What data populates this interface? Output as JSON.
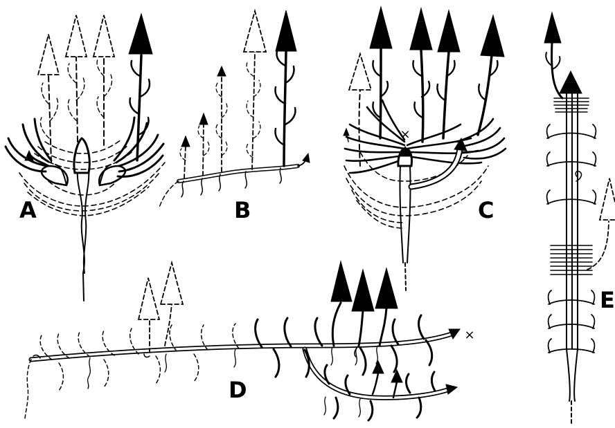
{
  "panels": [
    {
      "id": "a",
      "label": "A"
    },
    {
      "id": "b",
      "label": "B"
    },
    {
      "id": "c",
      "label": "C"
    },
    {
      "id": "d",
      "label": "D"
    },
    {
      "id": "e",
      "label": "E"
    }
  ],
  "marks": {
    "cross": "×"
  },
  "colors": {
    "ink": "#000000",
    "paper": "#ffffff"
  }
}
